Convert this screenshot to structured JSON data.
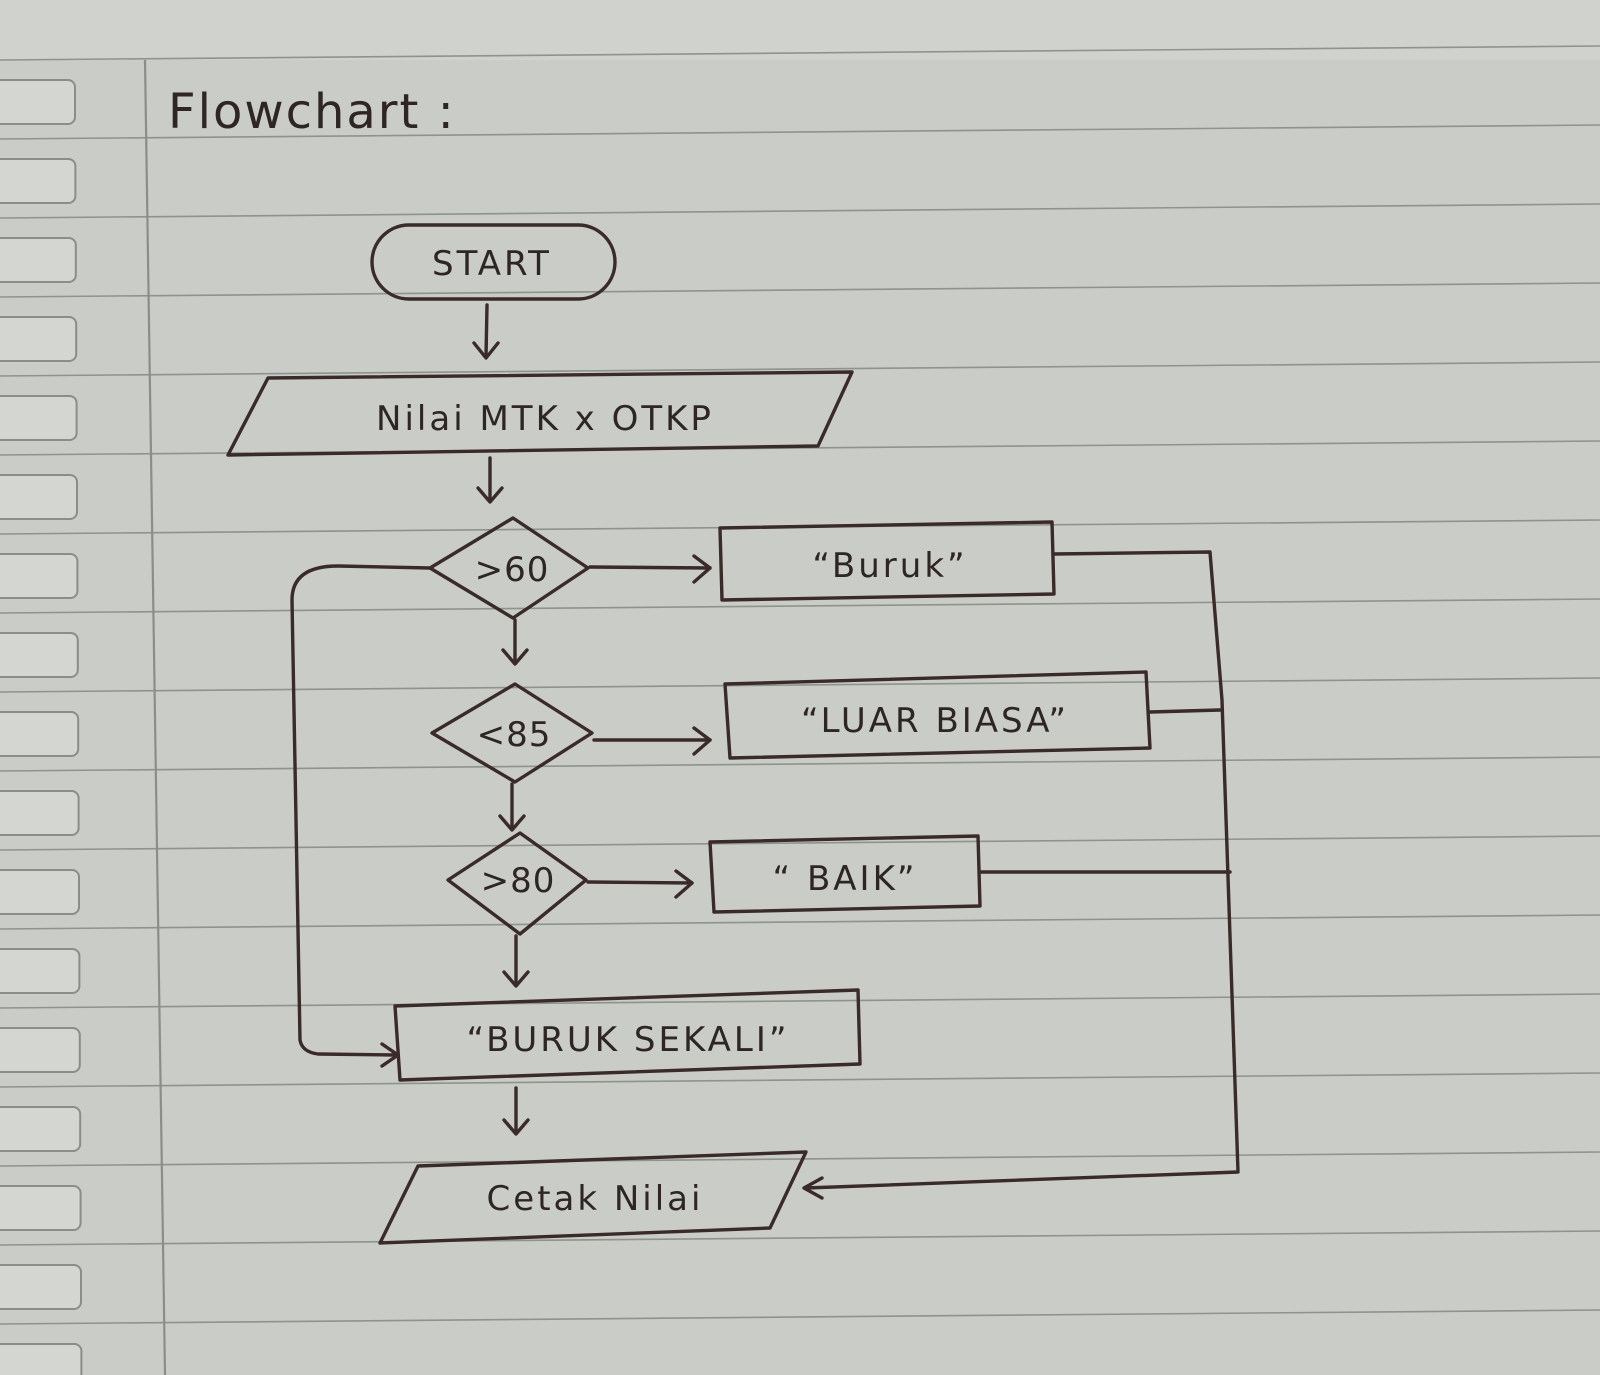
{
  "title": "Flowchart :",
  "nodes": {
    "start": "START",
    "input": "Nilai MTK x OTKP",
    "cond_gt60": ">60",
    "out_buruk": "“Buruk”",
    "cond_lt85": "<85",
    "out_luar_biasa": "“LUAR BIASA”",
    "cond_gt80": ">80",
    "out_baik": "“ BAIK”",
    "out_buruk_sekali": "“BURUK SEKALI”",
    "print": "Cetak Nilai"
  },
  "colors": {
    "paper": "#c9ccc7",
    "ink": "#3a2a2a",
    "rule": "#8f938f"
  }
}
